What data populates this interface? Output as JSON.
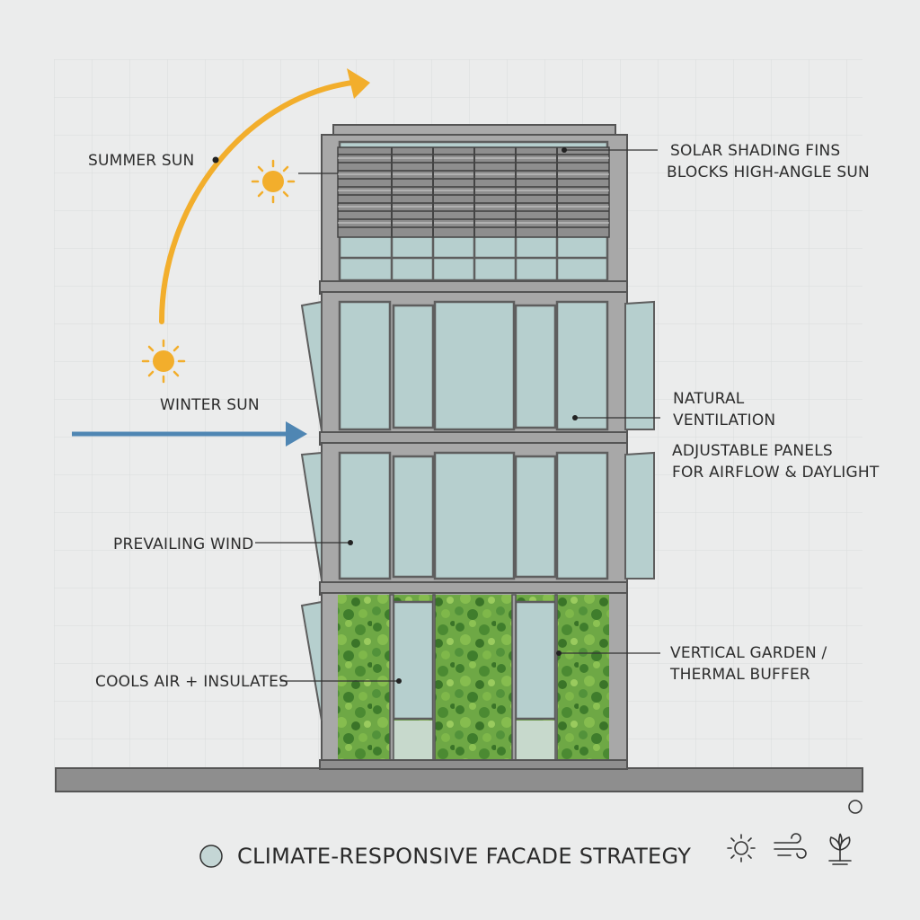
{
  "labels": {
    "summer_sun": "SUMMER SUN",
    "winter_sun": "WINTER SUN",
    "prevailing_wind": "PREVAILING WIND",
    "cools_air": "COOLS AIR + INSULATES",
    "solar_fins_title": "SOLAR SHADING FINS",
    "solar_fins_desc": "BLOCKS HIGH-ANGLE SUN",
    "natural_vent_1": "NATURAL",
    "natural_vent_2": "VENTILATION",
    "adjustable_1": "ADJUSTABLE PANELS",
    "adjustable_2": "FOR AIRFLOW & DAYLIGHT",
    "garden_1": "VERTICAL GARDEN /",
    "garden_2": "THERMAL BUFFER"
  },
  "footer": {
    "title": "CLIMATE-RESPONSIVE FACADE STRATEGY",
    "icons": [
      "sun-icon",
      "wind-icon",
      "plant-icon"
    ]
  },
  "colors": {
    "background": "#ebecec",
    "sun": "#f2ae2c",
    "wind": "#4f86b3",
    "glass": "#b6cfce",
    "frame": "#5e5e5e",
    "structure": "#a8a8a8",
    "greenery": "#5f9e3c"
  }
}
